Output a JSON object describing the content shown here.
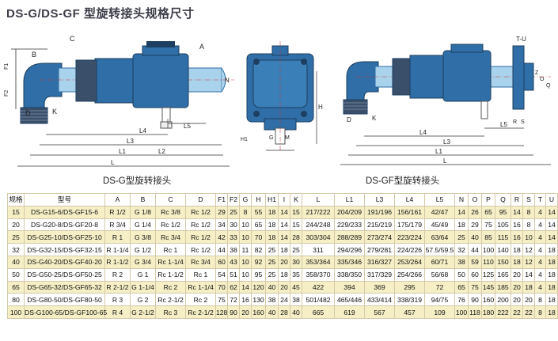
{
  "title": "DS-G/DS-GF 型旋转接头规格尺寸",
  "figure_ds_g": {
    "caption": "DS-G型旋转接头",
    "labels": {
      "A": "A",
      "B": "B",
      "C": "C",
      "D": "D",
      "K": "K",
      "F1": "F1",
      "F2": "F2",
      "N": "N",
      "L": "L",
      "L1": "L1",
      "L2": "L2",
      "L3": "L3",
      "L4": "L4",
      "L5": "L5"
    }
  },
  "figure_side": {
    "labels": {
      "G": "G",
      "H": "H",
      "H1": "H1",
      "M": "M"
    }
  },
  "figure_ds_gf": {
    "caption": "DS-GF型旋转接头",
    "labels": {
      "TU": "T-U",
      "Z": "Z",
      "O": "O",
      "Q": "Q",
      "R": "R",
      "S": "S",
      "D": "D",
      "K": "K",
      "L": "L",
      "L1": "L1",
      "L3": "L3",
      "L4": "L4",
      "L5": "L5"
    }
  },
  "table": {
    "headers": [
      "规格",
      "型号",
      "A",
      "B",
      "C",
      "D",
      "F1",
      "F2",
      "G",
      "H",
      "H1",
      "I",
      "K",
      "L",
      "L1",
      "L3",
      "L4",
      "L5",
      "N",
      "O",
      "P",
      "Q",
      "R",
      "S",
      "T",
      "U"
    ],
    "rows": [
      [
        "15",
        "DS-G15-6/DS-GF15-6",
        "R 1/2",
        "G 1/8",
        "Rc 3/8",
        "Rc 1/2",
        "29",
        "25",
        "8",
        "55",
        "18",
        "14",
        "15",
        "217/222",
        "204/209",
        "191/196",
        "156/161",
        "42/47",
        "14",
        "26",
        "65",
        "95",
        "14",
        "8",
        "4",
        "14"
      ],
      [
        "20",
        "DS-G20-8/DS-GF20-8",
        "R 3/4",
        "G 1/4",
        "Rc 1/2",
        "Rc 1/2",
        "34",
        "30",
        "10",
        "65",
        "18",
        "14",
        "15",
        "244/248",
        "229/233",
        "215/219",
        "175/179",
        "45/49",
        "18",
        "29",
        "75",
        "105",
        "16",
        "8",
        "4",
        "14"
      ],
      [
        "25",
        "DS-G25-10/DS-GF25-10",
        "R 1",
        "G 3/8",
        "Rc 3/4",
        "Rc 1/2",
        "42",
        "33",
        "10",
        "70",
        "18",
        "14",
        "28",
        "303/304",
        "288/289",
        "273/274",
        "223/224",
        "63/64",
        "25",
        "40",
        "85",
        "115",
        "16",
        "10",
        "4",
        "14"
      ],
      [
        "32",
        "DS-G32-15/DS-GF32-15",
        "R 1-1/4",
        "G 1/2",
        "Rc 1",
        "Rc 1/2",
        "44",
        "38",
        "11",
        "82",
        "25",
        "18",
        "25",
        "311",
        "294/296",
        "279/281",
        "224/226",
        "57.5/59.5",
        "32",
        "44",
        "100",
        "140",
        "18",
        "12",
        "4",
        "18"
      ],
      [
        "40",
        "DS-G40-20/DS-GF40-20",
        "R 1-1/2",
        "G 3/4",
        "Rc 1-1/4",
        "Rc 3/4",
        "60",
        "43",
        "10",
        "92",
        "25",
        "20",
        "30",
        "353/364",
        "335/346",
        "316/327",
        "253/264",
        "60/71",
        "38",
        "59",
        "110",
        "150",
        "18",
        "12",
        "4",
        "18"
      ],
      [
        "50",
        "DS-G50-25/DS-GF50-25",
        "R 2",
        "G 1",
        "Rc 1-1/2",
        "Rc 1",
        "54",
        "51",
        "10",
        "95",
        "25",
        "18",
        "35",
        "358/370",
        "338/350",
        "317/329",
        "254/266",
        "56/68",
        "50",
        "60",
        "125",
        "165",
        "20",
        "14",
        "4",
        "18"
      ],
      [
        "65",
        "DS-G65-32/DS-GF65-32",
        "R 2-1/2",
        "G 1-1/4",
        "Rc 2",
        "Rc 1-1/4",
        "70",
        "62",
        "14",
        "120",
        "40",
        "20",
        "45",
        "422",
        "394",
        "369",
        "295",
        "72",
        "65",
        "75",
        "145",
        "185",
        "20",
        "18",
        "4",
        "18"
      ],
      [
        "80",
        "DS-G80-50/DS-GF80-50",
        "R 3",
        "G 2",
        "Rc 2-1/2",
        "Rc 2",
        "75",
        "72",
        "16",
        "130",
        "38",
        "24",
        "38",
        "501/482",
        "465/446",
        "433/414",
        "338/319",
        "94/75",
        "76",
        "90",
        "160",
        "200",
        "20",
        "20",
        "8",
        "18"
      ],
      [
        "100",
        "DS-G100-65/DS-GF100-65",
        "R 4",
        "G 2-1/2",
        "Rc 3",
        "Rc 2-1/2",
        "128",
        "90",
        "20",
        "160",
        "40",
        "28",
        "40",
        "665",
        "619",
        "567",
        "457",
        "109",
        "100",
        "118",
        "180",
        "222",
        "22",
        "22",
        "8",
        "18"
      ]
    ]
  },
  "colors": {
    "body_blue": "#2f6ea6",
    "shaft_lightblue": "#a9d2ec",
    "fitting_dark": "#3a4f6a",
    "table_stripe": "#f6efc5",
    "table_border": "#d4c9a8",
    "title": "#3d3d4a"
  }
}
